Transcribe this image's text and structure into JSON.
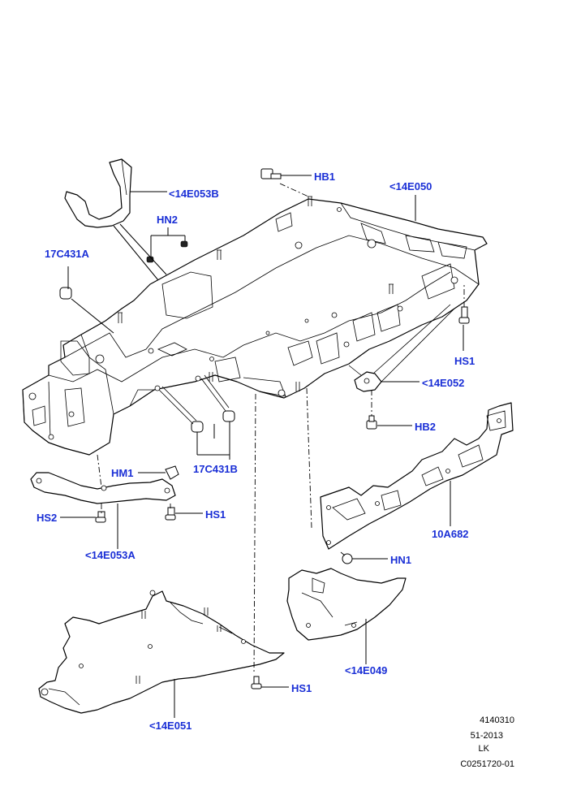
{
  "colors": {
    "callout": "#1a2fd6",
    "linework": "#000000",
    "background": "#ffffff"
  },
  "callouts": {
    "hb1": "HB1",
    "c14e050": "<14E050",
    "c14e053b": "<14E053B",
    "hn2": "HN2",
    "c17c431a": "17C431A",
    "hs1_right": "HS1",
    "c14e052": "<14E052",
    "hb2": "HB2",
    "hm1": "HM1",
    "c17c431b": "17C431B",
    "hs2": "HS2",
    "hs1_left": "HS1",
    "c10a682": "10A682",
    "c14e053a": "<14E053A",
    "hn1": "HN1",
    "c14e049": "<14E049",
    "hs1_bottom": "HS1",
    "c14e051": "<14E051"
  },
  "reference_block": [
    "4140310",
    "51-2013",
    "LK",
    "C0251720-01"
  ]
}
